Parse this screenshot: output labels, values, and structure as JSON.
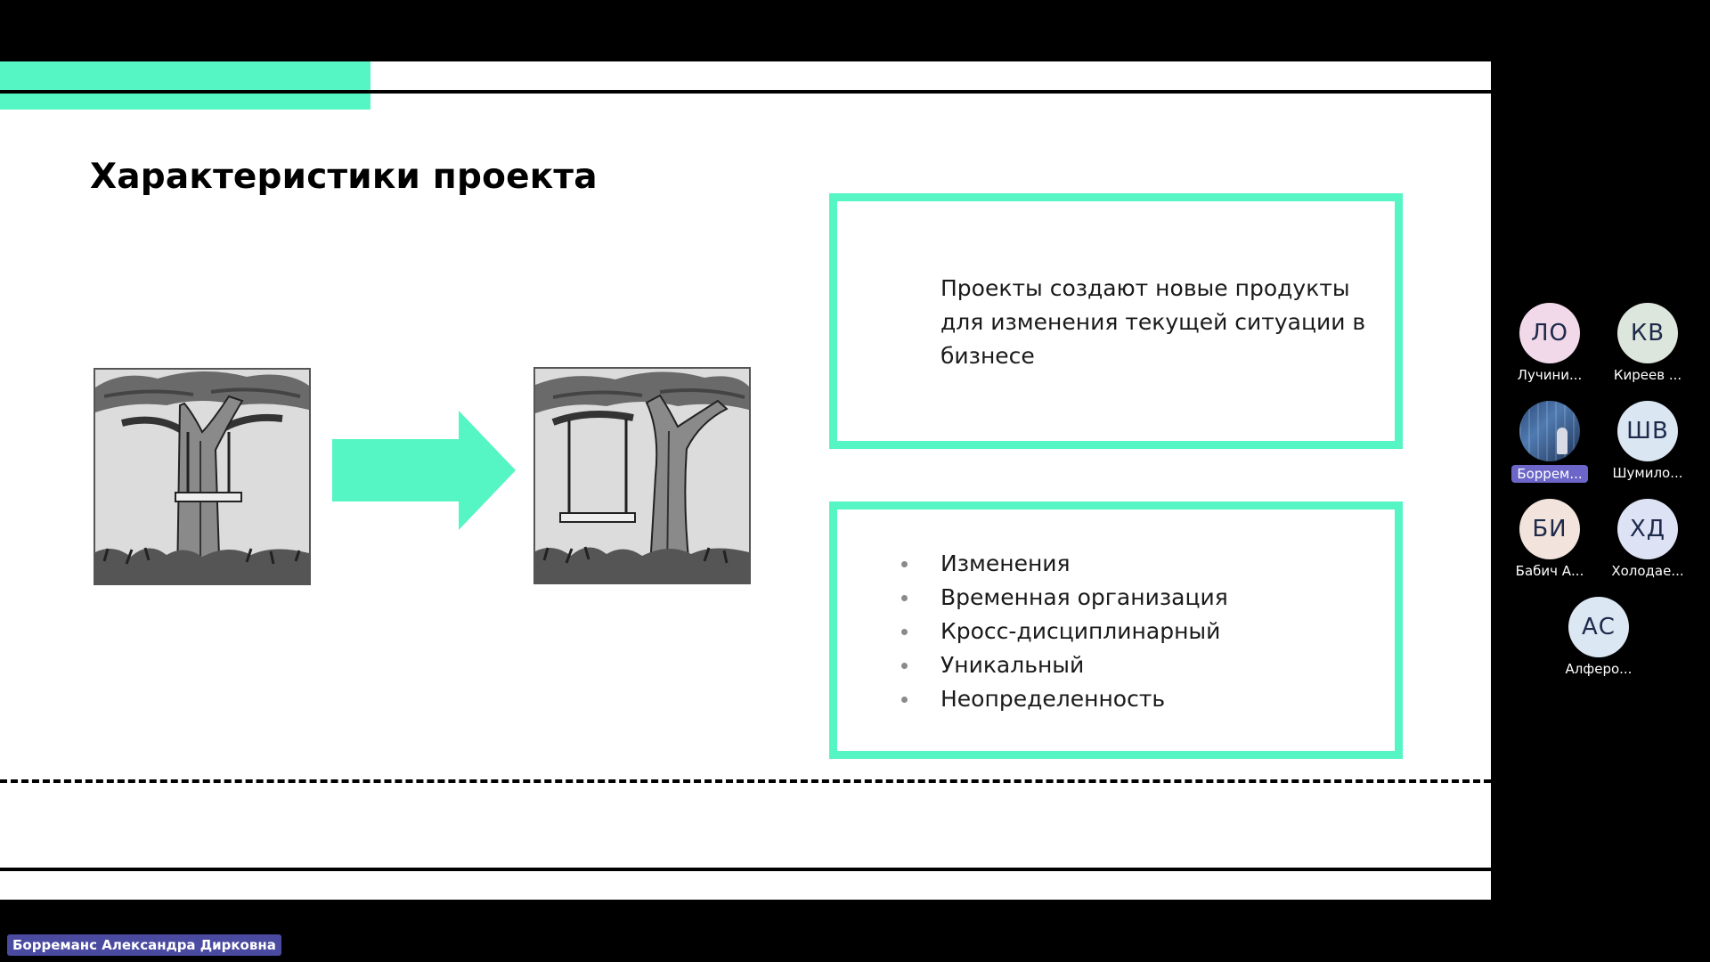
{
  "slide": {
    "title": "Характеристики проекта",
    "definition": "Проекты создают новые продукты для изменения текущей ситуации в бизнесе",
    "bullets": [
      "Изменения",
      "Временная организация",
      "Кросс-дисциплинарный",
      "Уникальный",
      "Неопределенность"
    ]
  },
  "colors": {
    "accent": "#55f5c4",
    "active_participant": "#6b66c7"
  },
  "participants": [
    {
      "initials": "ЛО",
      "name": "Лучини...",
      "color": "#f2d9ea"
    },
    {
      "initials": "КВ",
      "name": "Киреев ...",
      "color": "#dde6dc"
    },
    {
      "initials": "",
      "name": "Боррем...",
      "photo": true,
      "active": true
    },
    {
      "initials": "ШВ",
      "name": "Шумило...",
      "color": "#dbe6f3"
    },
    {
      "initials": "БИ",
      "name": "Бабич А...",
      "color": "#f2e4dc"
    },
    {
      "initials": "ХД",
      "name": "Холодае...",
      "color": "#dde2f5"
    },
    {
      "initials": "АС",
      "name": "Алферо...",
      "color": "#dbe7f2"
    }
  ],
  "speaker": {
    "name": "Борреманс Александра Дирковна"
  }
}
